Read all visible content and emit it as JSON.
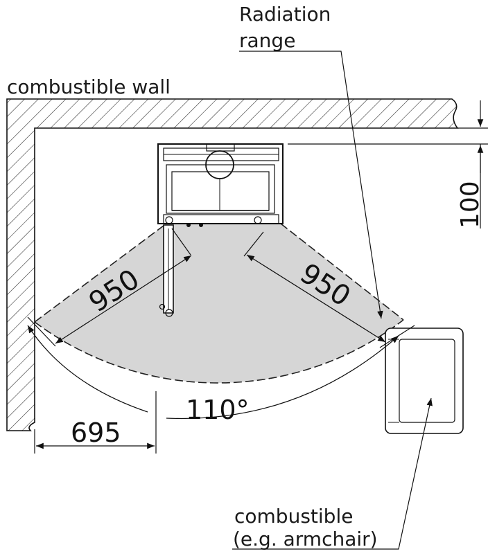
{
  "labels": {
    "radiation_line1": "Radiation",
    "radiation_line2": "range",
    "wall": "combustible wall",
    "dim_100": "100",
    "dim_950_left": "950",
    "dim_950_right": "950",
    "angle": "110°",
    "dim_695": "695",
    "combustible_line1": "combustible",
    "combustible_line2": "(e.g. armchair)"
  },
  "colors": {
    "line": "#111111",
    "radiation_fill": "#d6d6d6",
    "hatch": "#333333"
  }
}
